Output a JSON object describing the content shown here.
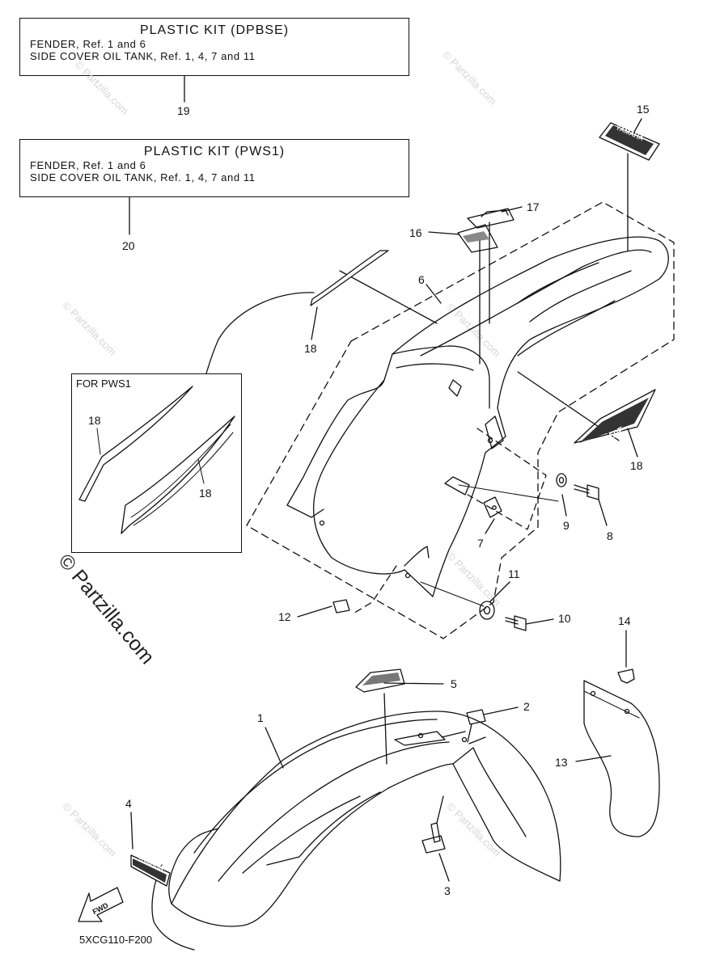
{
  "kits": [
    {
      "title": "PLASTIC KIT (DPBSE)",
      "line1": "FENDER, Ref. 1 and 6",
      "line2": "SIDE COVER OIL TANK, Ref. 1, 4, 7 and 11",
      "ref": "19"
    },
    {
      "title": "PLASTIC KIT (PWS1)",
      "line1": "FENDER, Ref. 1 and 6",
      "line2": "SIDE COVER OIL TANK, Ref. 1, 4, 7 and 11",
      "ref": "20"
    }
  ],
  "inset": {
    "title": "FOR PWS1",
    "ref_a": "18",
    "ref_b": "18"
  },
  "refs": {
    "r1": "1",
    "r2": "2",
    "r3": "3",
    "r4": "4",
    "r5": "5",
    "r6": "6",
    "r7": "7",
    "r8": "8",
    "r9": "9",
    "r10": "10",
    "r11": "11",
    "r12": "12",
    "r13": "13",
    "r14": "14",
    "r15": "15",
    "r16": "16",
    "r17": "17",
    "r18a": "18",
    "r18b": "18"
  },
  "decals": {
    "yamaha_front": "YAMAHA",
    "yamaha_rear": "YAMAHA",
    "model": "YZ250F",
    "fwd": "FWD"
  },
  "watermark": {
    "small": "© Partzilla.com",
    "big": "© Partzilla.com"
  },
  "diagram_code": "5XCG110-F200"
}
